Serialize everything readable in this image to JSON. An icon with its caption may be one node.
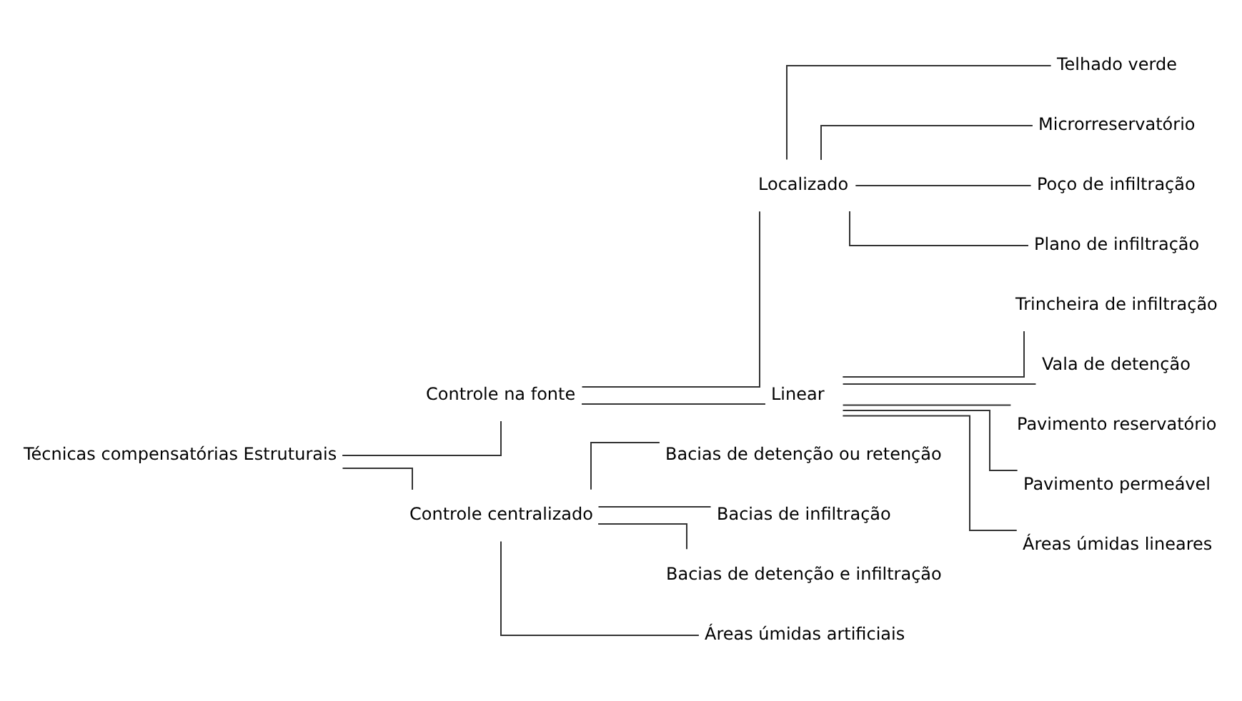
{
  "diagram": {
    "nodes": [
      {
        "text": [
          "Técnicas compensatórias Estruturais"
        ]
      },
      {
        "text": [
          "Controle na fonte"
        ]
      },
      {
        "text": [
          "Controle centralizado"
        ]
      },
      {
        "text": [
          "Localizado"
        ]
      },
      {
        "text": [
          "Linear"
        ]
      },
      {
        "text": [
          "Telhado verde"
        ]
      },
      {
        "text": [
          "Microrreservatório"
        ]
      },
      {
        "text": [
          "Poço de infiltração"
        ]
      },
      {
        "text": [
          "Plano de infiltração"
        ]
      },
      {
        "text": [
          "Trincheira de infiltração"
        ]
      },
      {
        "text": [
          "Vala de detenção"
        ]
      },
      {
        "text": [
          "Pavimento reservatório"
        ]
      },
      {
        "text": [
          "Pavimento permeável"
        ]
      },
      {
        "text": [
          "Áreas úmidas lineares"
        ]
      },
      {
        "text": [
          "Bacias de detenção ou retenção"
        ]
      },
      {
        "text": [
          "Bacias de infiltração"
        ]
      },
      {
        "text": [
          "Bacias de detenção e infiltração"
        ]
      },
      {
        "text": [
          "Áreas úmidas artificiais"
        ]
      }
    ],
    "edges": [
      {
        "from": 0,
        "to": 1,
        "arrow": "none"
      },
      {
        "from": 0,
        "to": 2,
        "arrow": "none"
      },
      {
        "from": 1,
        "to": 3,
        "arrow": "none"
      },
      {
        "from": 1,
        "to": 4,
        "arrow": "none"
      },
      {
        "from": 3,
        "to": 5,
        "arrow": "none"
      },
      {
        "from": 3,
        "to": 6,
        "arrow": "none"
      },
      {
        "from": 3,
        "to": 7,
        "arrow": "none"
      },
      {
        "from": 3,
        "to": 8,
        "arrow": "none"
      },
      {
        "from": 4,
        "to": 9,
        "arrow": "none"
      },
      {
        "from": 4,
        "to": 10,
        "arrow": "none"
      },
      {
        "from": 4,
        "to": 11,
        "arrow": "none"
      },
      {
        "from": 4,
        "to": 12,
        "arrow": "none"
      },
      {
        "from": 4,
        "to": 13,
        "arrow": "none"
      },
      {
        "from": 2,
        "to": 14,
        "arrow": "none"
      },
      {
        "from": 2,
        "to": 15,
        "arrow": "none"
      },
      {
        "from": 2,
        "to": 16,
        "arrow": "none"
      },
      {
        "from": 2,
        "to": 17,
        "arrow": "none"
      }
    ]
  }
}
